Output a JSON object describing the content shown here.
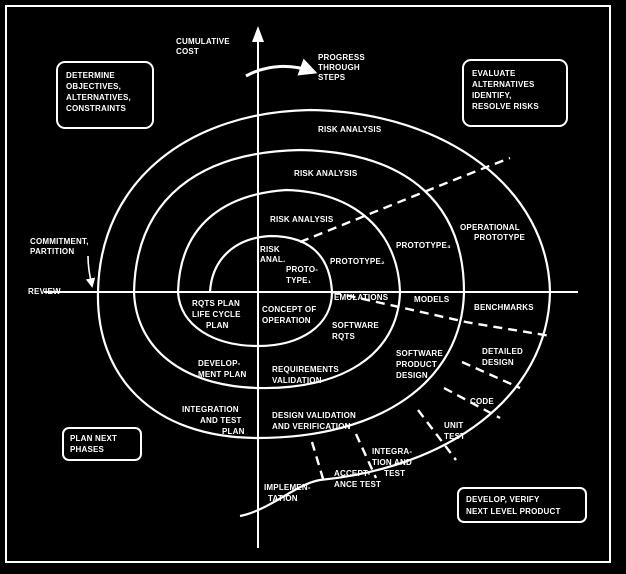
{
  "axes": {
    "y_label": [
      "CUMULATIVE",
      "COST"
    ],
    "x_label": "REVIEW"
  },
  "quadrants": {
    "top_left": [
      "DETERMINE",
      "OBJECTIVES,",
      "ALTERNATIVES,",
      "CONSTRAINTS"
    ],
    "top_right": [
      "EVALUATE",
      "ALTERNATIVES",
      "IDENTIFY,",
      "RESOLVE RISKS"
    ],
    "bottom_left": [
      "PLAN NEXT",
      "PHASES"
    ],
    "bottom_right": [
      "DEVELOP, VERIFY",
      "NEXT LEVEL PRODUCT"
    ]
  },
  "progress": [
    "PROGRESS",
    "THROUGH",
    "STEPS"
  ],
  "commitment": [
    "COMMITMENT,",
    "PARTITION"
  ],
  "risk_analysis": {
    "r1": "RISK ANALYSIS",
    "r2": "RISK ANALYSIS",
    "r3": "RISK ANALYSIS",
    "r4": [
      "RISK",
      "ANAL."
    ]
  },
  "prototypes": {
    "p1": [
      "PROTO-",
      "TYPE₁"
    ],
    "p2": "PROTOTYPE₂",
    "p3": "PROTOTYPE₃",
    "operational": [
      "OPERATIONAL",
      "PROTOTYPE"
    ]
  },
  "simulations": {
    "emulations": "EMULATIONS",
    "models": "MODELS",
    "benchmarks": "BENCHMARKS"
  },
  "plans": {
    "rqts_plan": [
      "RQTS PLAN",
      "LIFE CYCLE",
      "PLAN"
    ],
    "concept": [
      "CONCEPT OF",
      "OPERATION"
    ],
    "development_plan": [
      "DEVELOP-",
      "MENT PLAN"
    ],
    "integration_plan": [
      "INTEGRATION",
      "AND TEST",
      "PLAN"
    ]
  },
  "dev": {
    "software_rqts": [
      "SOFTWARE",
      "RQTS"
    ],
    "requirements_validation": [
      "REQUIREMENTS",
      "VALIDATION"
    ],
    "software_product_design": [
      "SOFTWARE",
      "PRODUCT",
      "DESIGN"
    ],
    "design_validation": [
      "DESIGN VALIDATION",
      "AND VERIFICATION"
    ],
    "detailed_design": [
      "DETAILED",
      "DESIGN"
    ],
    "code": "CODE",
    "unit_test": [
      "UNIT",
      "TEST"
    ],
    "integration_test": [
      "INTEGRA-",
      "TION AND",
      "TEST"
    ],
    "acceptance_test": [
      "ACCEPT-",
      "ANCE TEST"
    ],
    "implementation": [
      "IMPLEMEN-",
      "TATION"
    ]
  },
  "colors": {
    "background": "#000000",
    "foreground": "#ffffff"
  }
}
